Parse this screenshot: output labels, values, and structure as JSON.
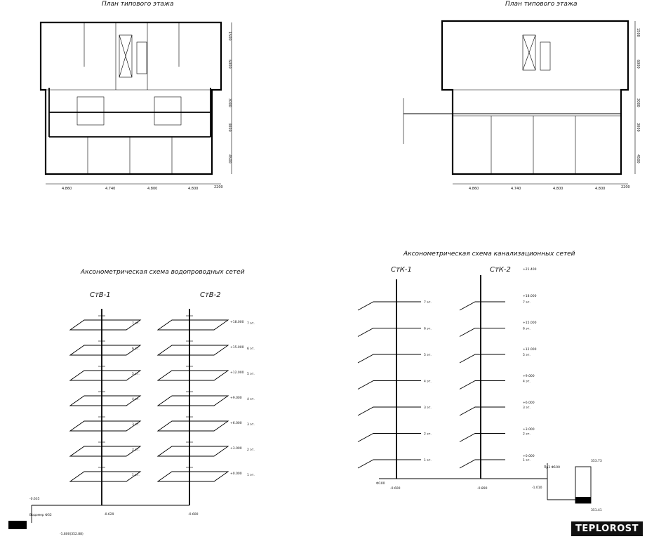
{
  "plan_left_title": "План типового этажа",
  "plan_right_title": "План типового этажа",
  "plan_dims": [
    "4.860",
    "4.740",
    "4.800",
    "4.800",
    "2200"
  ],
  "plan_side_dims": [
    "1500",
    "6000",
    "3000",
    "3000",
    "4500"
  ],
  "water_title": "Аксонометрическая схема водопроводных сетей",
  "sewer_title": "Аксонометрическая схема канализационных сетей",
  "riser_labels": {
    "stv1": "СтВ-1",
    "stv2": "СтВ-2",
    "stk1": "СтК-1",
    "stk2": "СтК-2"
  },
  "floors": [
    "7 эт.",
    "6 эт.",
    "5 эт.",
    "4 эт.",
    "3 эт.",
    "2 эт.",
    "1 эт."
  ],
  "water_levels": [
    "+18.000",
    "+15.000",
    "+12.000",
    "+9.000",
    "+6.000",
    "+3.000",
    "+0.000"
  ],
  "sewer_levels": [
    "+21.400",
    "+18.000",
    "+15.000",
    "+12.000",
    "+9.000",
    "+6.000",
    "+3.000",
    "+0.000"
  ],
  "water_notes": {
    "vvod": "Водомер Ф32",
    "low": "-1.800(352.88)",
    "e1": "-0.635",
    "e2": "-0.629",
    "e3": "-0.600"
  },
  "sewer_notes": {
    "p1": "Ф100",
    "e1": "-0.600",
    "e2": "-0.890",
    "e3": "-1.010",
    "e4": "353.73",
    "e5": "351.41",
    "w1": "Пр3 Ф100"
  },
  "logo": "TEPLOROST"
}
